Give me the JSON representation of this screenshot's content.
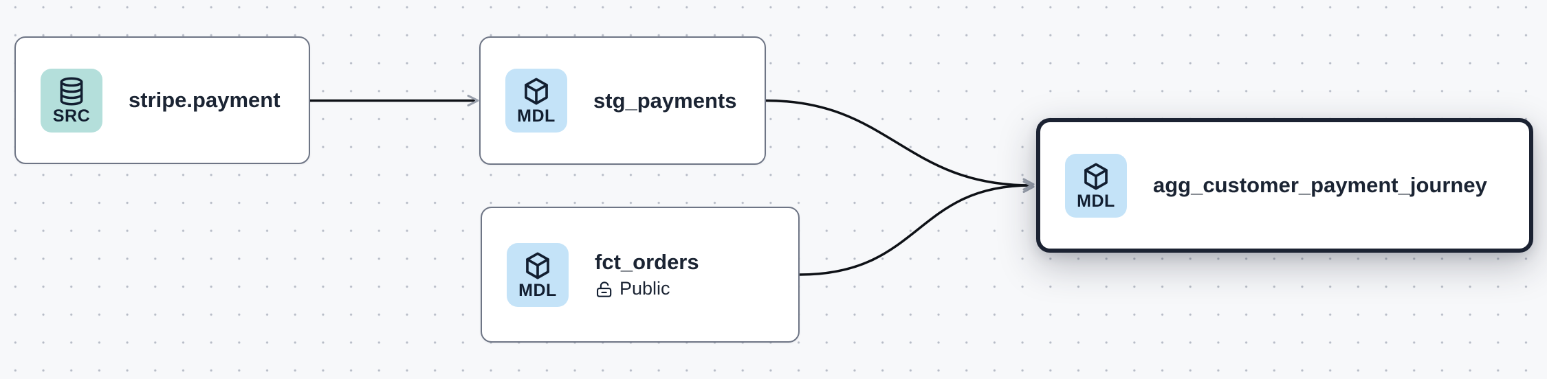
{
  "canvas": {
    "background_color": "#f7f8fa",
    "dot_color": "#b6bbc6",
    "edge_color": "#0e1116",
    "arrowhead_color": "#99a0ac",
    "selected_border_color": "#1b2232",
    "node_border_color": "#6e7585"
  },
  "nodes": [
    {
      "id": "stripe.payment",
      "title": "stripe.payment",
      "type": "source",
      "badge": {
        "label": "SRC",
        "icon": "database-icon",
        "bg": "#b4dfdb"
      },
      "selected": false
    },
    {
      "id": "stg_payments",
      "title": "stg_payments",
      "type": "model",
      "badge": {
        "label": "MDL",
        "icon": "cube-icon",
        "bg": "#c4e3f8"
      },
      "selected": false
    },
    {
      "id": "fct_orders",
      "title": "fct_orders",
      "type": "model",
      "badge": {
        "label": "MDL",
        "icon": "cube-icon",
        "bg": "#c4e3f8"
      },
      "access": {
        "icon": "lock-open-icon",
        "label": "Public"
      },
      "selected": false
    },
    {
      "id": "agg_customer_payment_journey",
      "title": "agg_customer_payment_journey",
      "type": "model",
      "badge": {
        "label": "MDL",
        "icon": "cube-icon",
        "bg": "#c4e3f8"
      },
      "selected": true
    }
  ],
  "edges": [
    {
      "from": "stripe.payment",
      "to": "stg_payments"
    },
    {
      "from": "stg_payments",
      "to": "agg_customer_payment_journey"
    },
    {
      "from": "fct_orders",
      "to": "agg_customer_payment_journey"
    }
  ]
}
